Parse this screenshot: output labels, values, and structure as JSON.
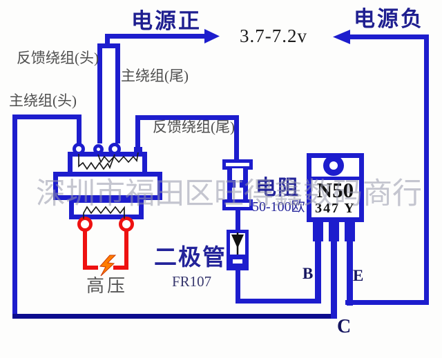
{
  "power": {
    "positive": "电源正",
    "negative": "电源负",
    "voltage_range": "3.7-7.2v"
  },
  "windings": {
    "feedback_head": "反馈绕组(头)",
    "main_tail": "主绕组(尾)",
    "main_head": "主绕组(头)",
    "feedback_tail": "反馈绕组(尾)"
  },
  "resistor": {
    "name": "电阻",
    "value": "50-100欧"
  },
  "diode": {
    "name": "二极管",
    "part_number": "FR107"
  },
  "transistor": {
    "part_number": "N50",
    "marking": "347 Y",
    "pin_base": "B",
    "pin_emitter": "E",
    "pin_collector": "C"
  },
  "output": {
    "label": "高压"
  },
  "watermark": {
    "text": "深圳市福田区旺得鑫数码商行"
  },
  "colors": {
    "wire_blue": "#1d1dcd",
    "rail_navy": "#0c0c8e",
    "hv_red": "#ee1111",
    "bolt_orange": "#ff7c00",
    "label_blue": "#23239a",
    "heading_blue": "#1f1f90",
    "pin_navy": "#14145f",
    "label_gray": "#4d4d4d",
    "text_dark": "#1c1c1c",
    "watermark_gray": "rgba(150,152,170,0.55)"
  }
}
